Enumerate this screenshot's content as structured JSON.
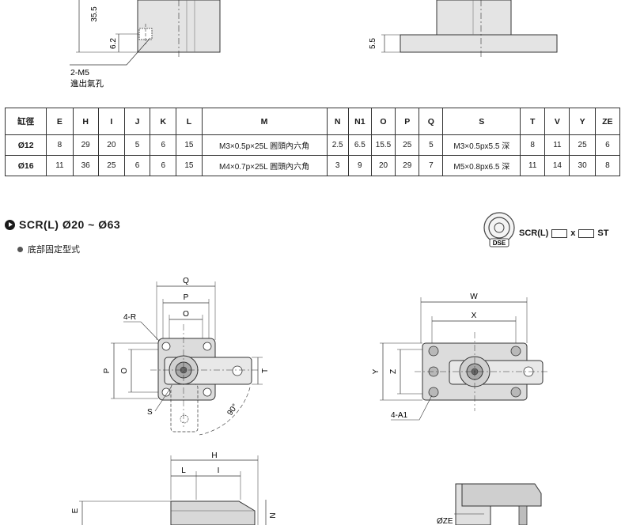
{
  "top_drawing": {
    "dim_355": "35.5",
    "dim_62": "6.2",
    "port_label": "2-M5",
    "port_desc": "進出氣孔",
    "dim_55": "5.5"
  },
  "spec_table": {
    "headers": [
      "缸徑",
      "E",
      "H",
      "I",
      "J",
      "K",
      "L",
      "M",
      "N",
      "N1",
      "O",
      "P",
      "Q",
      "S",
      "T",
      "V",
      "Y",
      "ZE"
    ],
    "rows": [
      [
        "Ø12",
        "8",
        "29",
        "20",
        "5",
        "6",
        "15",
        "M3×0.5p×25L 圓頭內六角",
        "2.5",
        "6.5",
        "15.5",
        "25",
        "5",
        "M3×0.5px5.5 深",
        "8",
        "11",
        "25",
        "6"
      ],
      [
        "Ø16",
        "11",
        "36",
        "25",
        "6",
        "6",
        "15",
        "M4×0.7p×25L 圓頭內六角",
        "3",
        "9",
        "20",
        "29",
        "7",
        "M5×0.8px6.5 深",
        "11",
        "14",
        "30",
        "8"
      ]
    ]
  },
  "section": {
    "title": "SCR(L)  Ø20 ~ Ø63",
    "subtitle": "底部固定型式",
    "model_prefix": "SCR(L)",
    "model_x": "x",
    "model_suffix": "ST",
    "logo_text": "DSE"
  },
  "left_view": {
    "Q": "Q",
    "P_top": "P",
    "O_top": "O",
    "R": "4-R",
    "P_side": "P",
    "O_side": "O",
    "T": "T",
    "S": "S",
    "angle": "90°"
  },
  "right_view": {
    "W": "W",
    "X": "X",
    "Y": "Y",
    "Z": "Z",
    "A1": "4-A1"
  },
  "bottom_views": {
    "H": "H",
    "L": "L",
    "I": "I",
    "E": "E",
    "N": "N",
    "ZE": "ØZE"
  }
}
